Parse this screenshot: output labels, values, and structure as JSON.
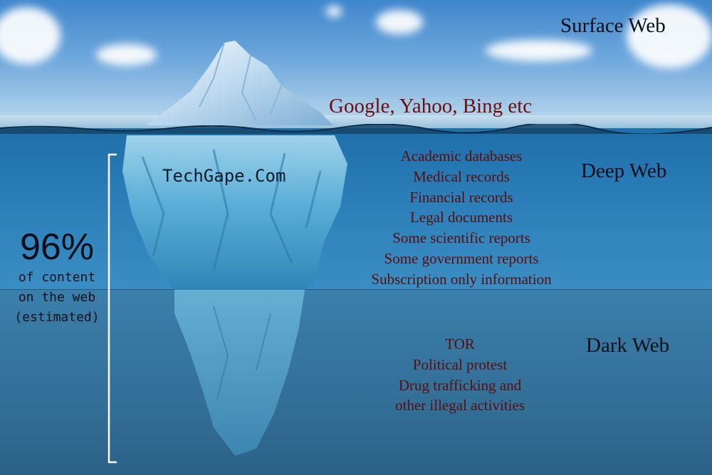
{
  "surface_label": "Surface Web",
  "search_engines": "Google, Yahoo, Bing etc",
  "watermark": "TechGape.Com",
  "deep": {
    "label": "Deep Web",
    "items": [
      "Academic databases",
      "Medical records",
      "Financial records",
      "Legal documents",
      "Some scientific reports",
      "Some government reports",
      "Subscription only information"
    ]
  },
  "dark": {
    "label": "Dark Web",
    "items": [
      "TOR",
      "Political protest",
      "Drug trafficking and",
      "other illegal activities"
    ]
  },
  "stat": {
    "value": "96%",
    "lines": [
      "of content",
      "on the web",
      "(estimated)"
    ]
  },
  "colors": {
    "sky": "#6ea7dc",
    "deep_water": "#2a7db7",
    "dark_water": "#336f97",
    "list_text": "#5a0d0d",
    "heading_text": "#0a0f1a"
  }
}
